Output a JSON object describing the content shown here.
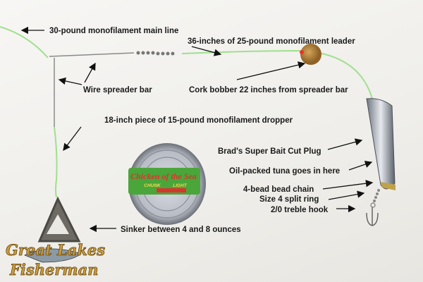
{
  "labels": {
    "main_line": "30-pound monofilament main line",
    "leader": "36-inches of 25-pound monofilament leader",
    "spreader": "Wire spreader bar",
    "cork": "Cork bobber 22 inches from spreader bar",
    "dropper": "18-inch piece of 15-pound monofilament dropper",
    "plug": "Brad's Super Bait Cut Plug",
    "tuna": "Oil-packed tuna goes in here",
    "chain": "4-bead bead chain",
    "split_ring": "Size 4 split ring",
    "hook": "2/0 treble hook",
    "sinker": "Sinker between 4 and 8 ounces"
  },
  "can": {
    "brand": "Chicken of the Sea",
    "line1": "CHUNK",
    "line2": "LIGHT"
  },
  "logo": {
    "line1": "Great Lakes",
    "line2": "Fisherman"
  },
  "colors": {
    "mono": "#9fe08c",
    "cork": "#b8843a",
    "logo": "#c99b3c"
  }
}
